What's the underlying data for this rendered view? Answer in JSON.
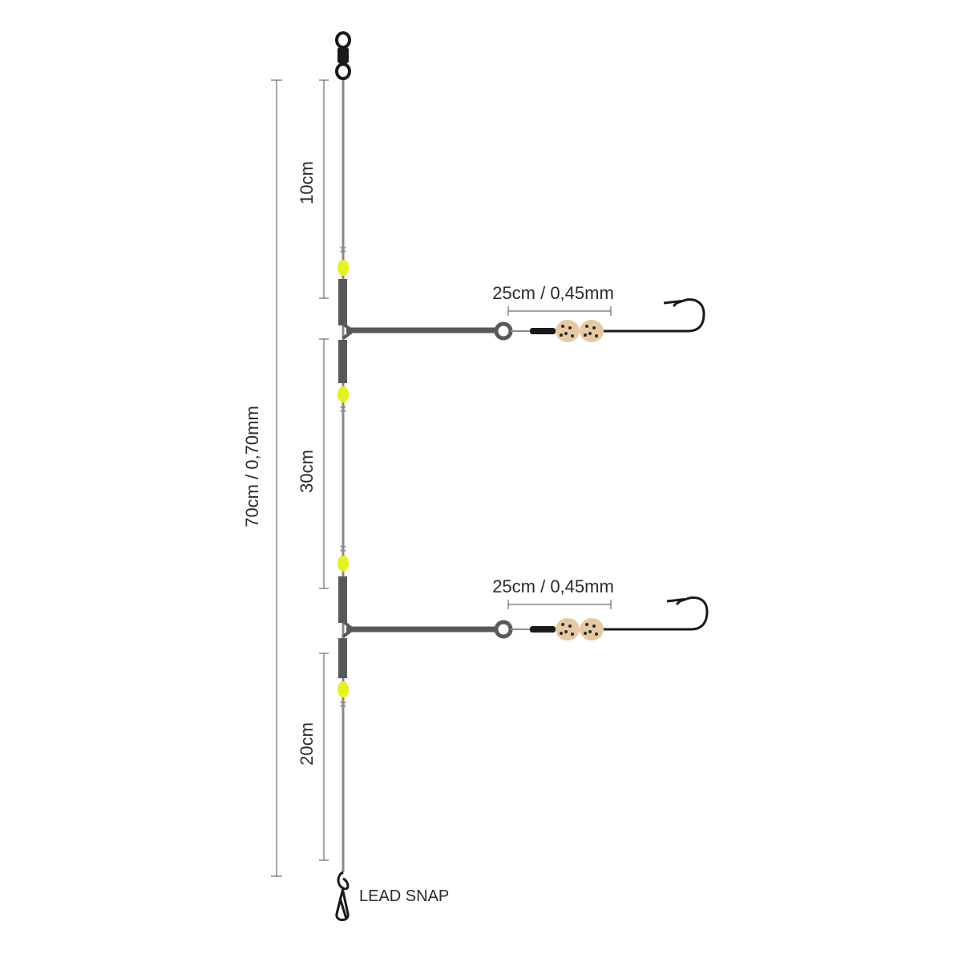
{
  "labels": {
    "total": "70cm / 0,70mm",
    "segment_top": "10cm",
    "segment_middle": "30cm",
    "segment_bottom": "20cm",
    "snooze_upper": "25cm / 0,45mm",
    "snooze_lower": "25cm / 0,45mm",
    "lead_snap": "LEAD SNAP"
  },
  "icons": {
    "swivel": "swivel-icon",
    "snap": "lead-snap-icon",
    "hook": "hook-icon",
    "bead": "bead-icon"
  },
  "colors": {
    "main_line": "#8a8a8a",
    "tube": "#595959",
    "bead_fluo": "#e6f21a",
    "bait_bead": "#e6c9a3",
    "bait_dots": "#2b2b2b",
    "hook": "#1a1a1a",
    "dimension": "#6b6b6b"
  }
}
